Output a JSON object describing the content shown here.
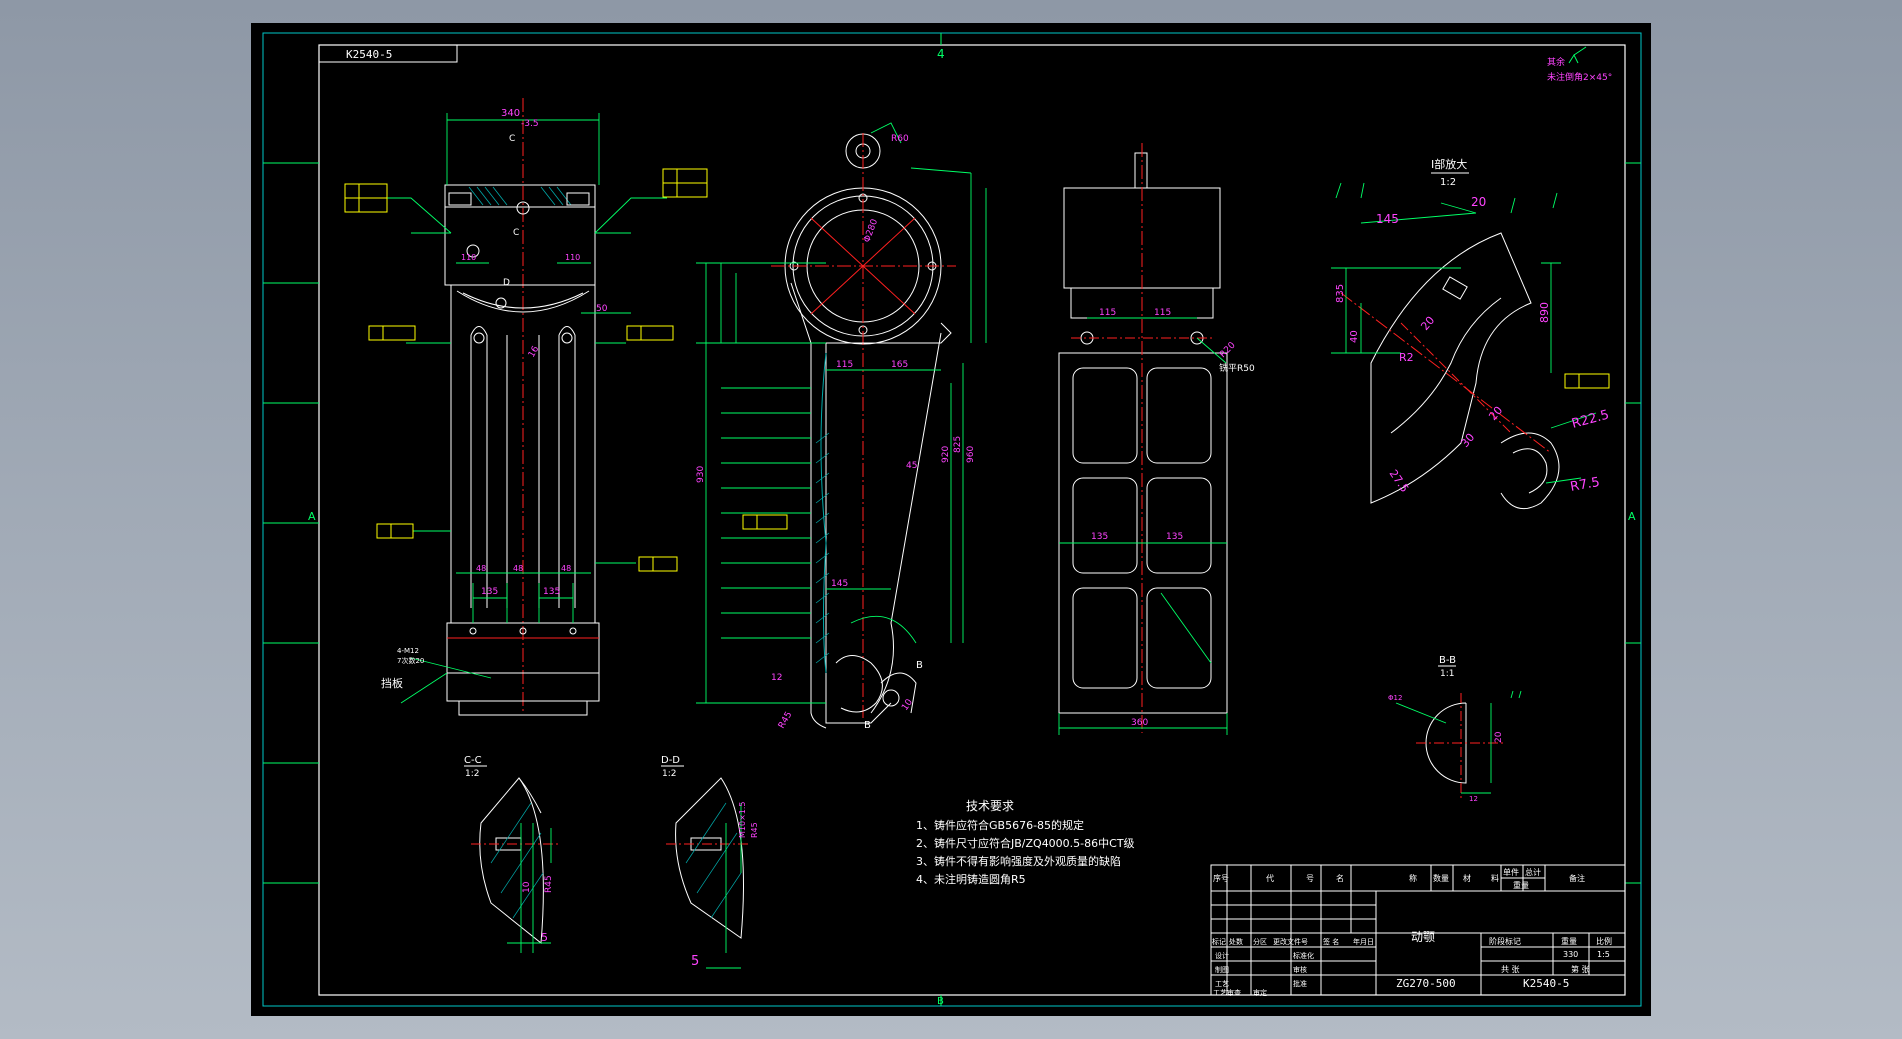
{
  "drawing": {
    "code_box": "K2540-5",
    "roughness_note": {
      "line1": "其余",
      "line2": "未注倒角2×45°"
    },
    "grid_letter_top": "4",
    "grid_letter_left": "A",
    "grid_letter_right": "A",
    "grid_letter_bottom": "B",
    "front_view": {
      "dim_340": "340",
      "dim_tol": "-3.5",
      "section_c": "C",
      "section_d": "D",
      "dim_110_left": "110",
      "dim_110_right": "110",
      "dim_50": "50",
      "dim_16": "16",
      "dim_48a": "48",
      "dim_48b": "48",
      "dim_48c": "48",
      "dim_135a": "135",
      "dim_135b": "135",
      "dim_4x12": "4-M12",
      "dim_7": "7次数20",
      "label_baffle": "挡板"
    },
    "side_view": {
      "dim_r60": "R60",
      "dim_phi280": "Φ280",
      "dim_115": "115",
      "dim_165": "165",
      "dim_45": "45",
      "dim_145": "145",
      "dim_930": "930",
      "dim_920": "920",
      "dim_825": "825",
      "dim_960": "960",
      "dim_12": "12",
      "dim_10": "10",
      "dim_r45": "R45",
      "section_b": "B"
    },
    "top_view": {
      "dim_115a": "115",
      "dim_115b": "115",
      "dim_135a": "135",
      "dim_135b": "135",
      "dim_360": "360",
      "dim_r20": "R20",
      "note_flat": "铣平R50"
    },
    "detail_i": {
      "title": "I部放大",
      "scale": "1:2",
      "dim_145": "145",
      "dim_20": "20",
      "dim_835": "835",
      "dim_40": "40",
      "dim_890": "890",
      "dim_r2": "R2",
      "dim_20b": "20",
      "dim_27_5": "27.5",
      "dim_r22_5": "R22.5",
      "dim_r7_5": "R7.5",
      "dim_30": "30",
      "dim_20c": "20"
    },
    "section_cc": {
      "title": "C-C",
      "scale": "1:2",
      "dim_5": "5",
      "dim_10": "10",
      "dim_r45": "R45"
    },
    "section_dd": {
      "title": "D-D",
      "scale": "1:2",
      "dim_5": "5",
      "dim_m10": "M10×1.5",
      "dim_r45": "R45"
    },
    "section_bb": {
      "title": "B-B",
      "scale": "1:1",
      "dim_20": "20",
      "dim_12": "12",
      "dim_phi12": "Φ12"
    },
    "tech_requirements": {
      "title": "技术要求",
      "items": [
        "1、铸件应符合GB5676-85的规定",
        "2、铸件尺寸应符合JB/ZQ4000.5-86中CT级",
        "3、铸件不得有影响强度及外观质量的缺陷",
        "4、未注明铸造圆角R5"
      ]
    },
    "title_block": {
      "hdr_seq": "序号",
      "hdr_code": "代",
      "hdr_code2": "号",
      "hdr_name": "名",
      "hdr_name2": "称",
      "hdr_qty": "数量",
      "hdr_mat": "材",
      "hdr_mat2": "料",
      "hdr_unit_wt": "单件",
      "hdr_total_wt": "总计",
      "hdr_weight": "重量",
      "hdr_note": "备注",
      "r_mark": "标记",
      "r_count": "处数",
      "r_zone": "分区",
      "r_docno": "更改文件号",
      "r_sign": "签 名",
      "r_date": "年月日",
      "r_design": "设计",
      "r_std": "标准化",
      "r_draw": "制图",
      "r_check": "审核",
      "r_proc": "工艺",
      "r_approve": "批准",
      "r_craft": "工艺审查",
      "r_audit": "审定",
      "stage": "阶段标记",
      "weight_hdr": "重量",
      "scale_hdr": "比例",
      "weight_val": "330",
      "scale_val": "1:5",
      "sheets": "共 张",
      "sheet_no": "第 张",
      "part_name": "动颚",
      "material": "ZG270-500",
      "drawing_no": "K2540-5"
    }
  },
  "colors": {
    "bg": "#000000",
    "border": "#ffffff",
    "dim": "#00ff66",
    "ext": "#00e5e5",
    "text_dim": "#ff44ff",
    "center": "#ff2020",
    "callout": "#ffff00",
    "hatch": "#00aaaa"
  }
}
